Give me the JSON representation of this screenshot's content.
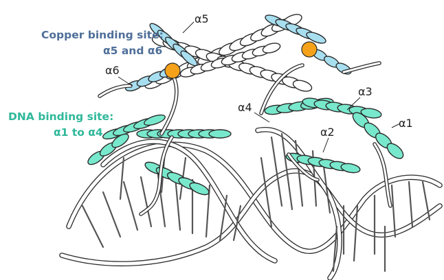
{
  "figure": {
    "title": "",
    "colors": {
      "copper_text": "#4e6f99",
      "dna_text": "#2fb89a",
      "copper_helix": "#a8dff0",
      "dna_helix": "#78e8cc",
      "copper_atom": "#f5a21a",
      "outline": "#2a2a2a",
      "dna_fill": "#ffffff"
    },
    "sites": [
      {
        "name": "copper",
        "line1": "Copper binding site:",
        "line2": "α5 and α6"
      },
      {
        "name": "dna",
        "line1": "DNA binding site:",
        "line2": "α1 to α4"
      }
    ],
    "helix_labels": [
      "α5",
      "α6",
      "α4",
      "α3",
      "α2",
      "α1"
    ]
  }
}
